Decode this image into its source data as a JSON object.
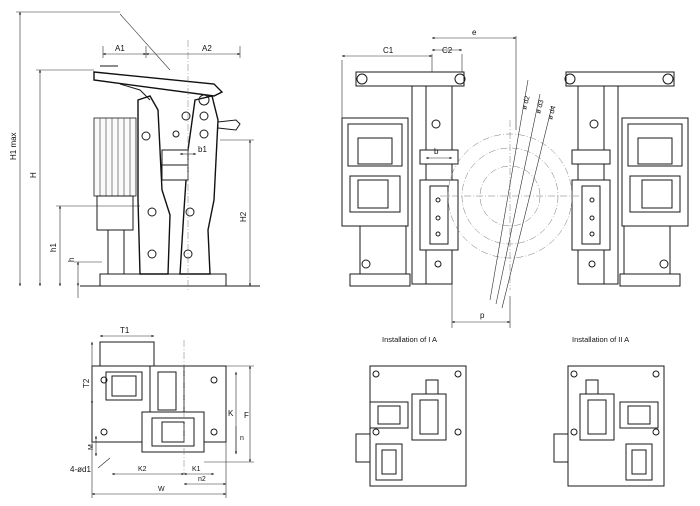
{
  "side_view": {
    "labels": {
      "A1": "A1",
      "A2": "A2",
      "H1max": "H1 max",
      "H": "H",
      "H2": "H2",
      "h1": "h1",
      "h": "h",
      "b1": "b1"
    }
  },
  "front_view": {
    "labels": {
      "C1": "C1",
      "C2": "C2",
      "e": "e",
      "d2": "ø d2",
      "d3": "ø d3",
      "d4": "ø d4",
      "b": "b",
      "p": "p"
    }
  },
  "plan_view": {
    "labels": {
      "T1": "T1",
      "T2": "T2",
      "K": "K",
      "F": "F",
      "n": "n",
      "M": "M",
      "d1": "4-ød1",
      "K2": "K2",
      "K1": "K1",
      "n2": "n2",
      "W": "W"
    }
  },
  "installations": {
    "one": {
      "caption": "Installation of I A"
    },
    "two": {
      "caption": "Installation of II A"
    }
  }
}
